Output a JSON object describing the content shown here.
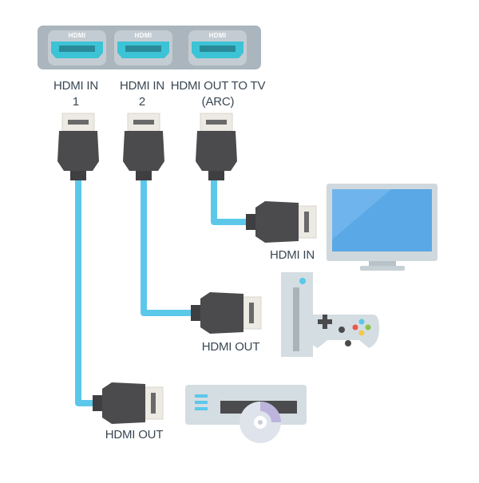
{
  "switch": {
    "ports": [
      {
        "port_text": "HDMI",
        "label_line1": "HDMI IN",
        "label_line2": "1"
      },
      {
        "port_text": "HDMI",
        "label_line1": "HDMI IN",
        "label_line2": "2"
      },
      {
        "port_text": "HDMI",
        "label_line1": "HDMI OUT TO TV",
        "label_line2": "(ARC)"
      }
    ]
  },
  "devices": {
    "tv": {
      "connector_label": "HDMI IN"
    },
    "console": {
      "connector_label": "HDMI OUT"
    },
    "player": {
      "connector_label": "HDMI OUT"
    }
  },
  "colors": {
    "switch_body": "#aab5bd",
    "port": "#3dc3d6",
    "cable": "#5bc8ea",
    "plug": "#4b4b4d",
    "tv_screen": "#5aa8e6",
    "device_body": "#cfd8dd"
  },
  "icons": [
    "hdmi-plug-icon",
    "tv-icon",
    "game-console-icon",
    "gamepad-icon",
    "disc-player-icon",
    "disc-icon"
  ]
}
